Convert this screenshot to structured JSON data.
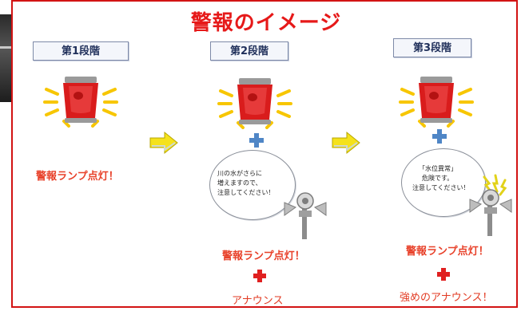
{
  "title": "警報のイメージ",
  "stages": [
    {
      "label": "第1段階",
      "lamp_text": "警報ランプ点灯！"
    },
    {
      "label": "第2段階",
      "bubble_lines": [
        "川の水がさらに",
        "増えますので、",
        "注意してください！"
      ],
      "lamp_text": "警報ランプ点灯！",
      "announce_text": "アナウンス"
    },
    {
      "label": "第3段階",
      "bubble_lines": [
        "「水位異常」",
        "危険です。",
        "注意してください！"
      ],
      "lamp_text": "警報ランプ点灯！",
      "announce_text": "強めのアナウンス！"
    }
  ],
  "colors": {
    "frame": "#d21313",
    "title": "#e61919",
    "emphasis_text": "#e8412a",
    "plus_blue": "#4f86c6",
    "plus_red": "#e02020",
    "arrow": "#f5e21b",
    "lamp": "#d91c1c",
    "rays": "#f7c600"
  },
  "icons": {
    "lamp": "warning-lamp-icon",
    "arrow": "arrow-right-icon",
    "speaker": "loudspeaker-icon",
    "plus": "plus-icon"
  }
}
